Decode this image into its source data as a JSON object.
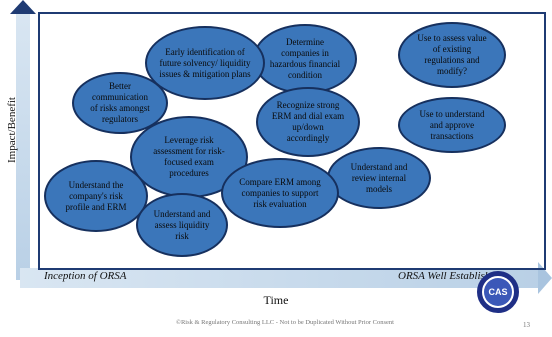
{
  "y_axis_label": "Impact/Benefit",
  "x_axis_title": "Time",
  "x_axis_left_label": "Inception of  ORSA",
  "x_axis_right_label": "ORSA Well Established",
  "bubbles": [
    "Early identification of future solvency/ liquidity issues & mitigation plans",
    "Determine companies in hazardous financial condition",
    "Use to assess value of existing regulations and modify?",
    "Better communication of risks amongst regulators",
    "Recognize strong ERM and dial exam up/down accordingly",
    "Use to understand and approve transactions",
    "Leverage risk assessment for risk-focused exam procedures",
    "Understand and review internal models",
    "Understand the company's risk profile and ERM",
    "Compare ERM among companies to support risk evaluation",
    "Understand and assess liquidity risk"
  ],
  "footer_text": "©Risk & Regulatory Consulting LLC - Not to be Duplicated Without Prior Consent",
  "page_number": "13",
  "logo_text": "CAS",
  "colors": {
    "bubble_fill": "#3b76ba",
    "bubble_border": "#16305e",
    "frame": "#1f3b73",
    "axis": "#c9dced"
  }
}
